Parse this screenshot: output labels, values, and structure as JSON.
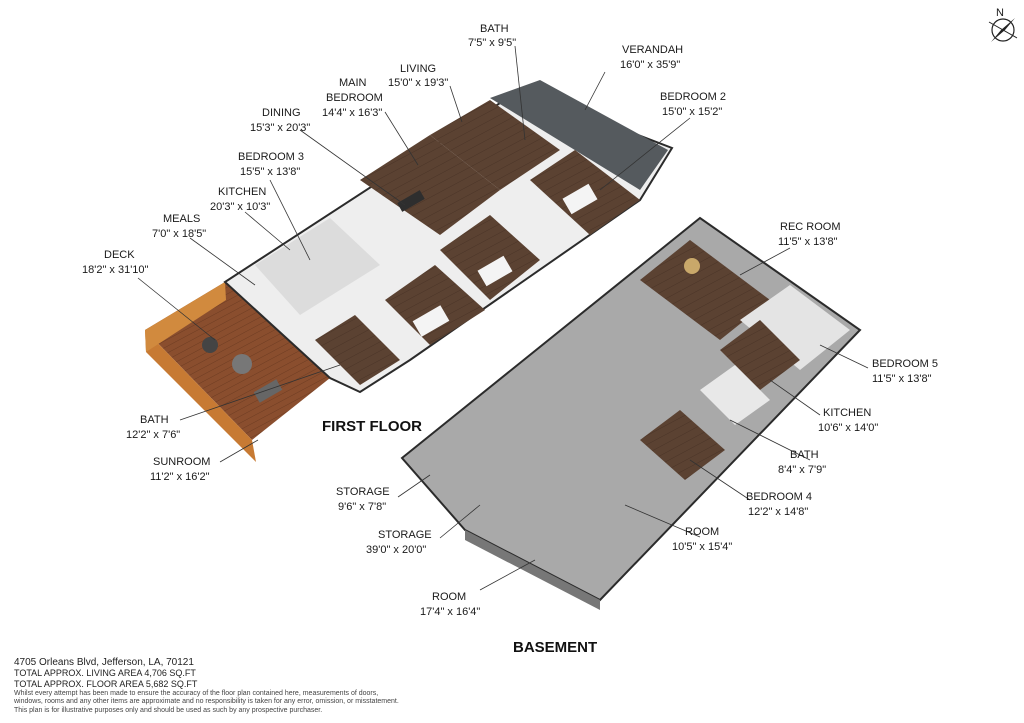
{
  "compass": {
    "label": "N",
    "icon": "compass-icon"
  },
  "floors": {
    "first": "FIRST FLOOR",
    "basement": "BASEMENT"
  },
  "rooms": {
    "bath_top": {
      "name": "BATH",
      "size": "7'5\" x 9'5\""
    },
    "verandah": {
      "name": "VERANDAH",
      "size": "16'0\" x 35'9\""
    },
    "living": {
      "name": "LIVING",
      "size": "15'0\" x 19'3\""
    },
    "bedroom2": {
      "name": "BEDROOM 2",
      "size": "15'0\" x 15'2\""
    },
    "main_bedroom": {
      "name1": "MAIN",
      "name2": "BEDROOM",
      "size": "14'4\" x 16'3\""
    },
    "dining": {
      "name": "DINING",
      "size": "15'3\" x 20'3\""
    },
    "bedroom3": {
      "name": "BEDROOM 3",
      "size": "15'5\" x 13'8\""
    },
    "kitchen1": {
      "name": "KITCHEN",
      "size": "20'3\" x 10'3\""
    },
    "meals": {
      "name": "MEALS",
      "size": "7'0\" x 18'5\""
    },
    "deck": {
      "name": "DECK",
      "size": "18'2\" x 31'10\""
    },
    "bath_first": {
      "name": "BATH",
      "size": "12'2\" x 7'6\""
    },
    "sunroom": {
      "name": "SUNROOM",
      "size": "11'2\" x 16'2\""
    },
    "rec_room": {
      "name": "REC ROOM",
      "size": "11'5\" x 13'8\""
    },
    "bedroom5": {
      "name": "BEDROOM 5",
      "size": "11'5\" x 13'8\""
    },
    "kitchen2": {
      "name": "KITCHEN",
      "size": "10'6\" x 14'0\""
    },
    "bath_base": {
      "name": "BATH",
      "size": "8'4\" x 7'9\""
    },
    "bedroom4": {
      "name": "BEDROOM 4",
      "size": "12'2\" x 14'8\""
    },
    "room1": {
      "name": "ROOM",
      "size": "10'5\" x 15'4\""
    },
    "storage1": {
      "name": "STORAGE",
      "size": "9'6\" x 7'8\""
    },
    "storage2": {
      "name": "STORAGE",
      "size": "39'0\" x 20'0\""
    },
    "room2": {
      "name": "ROOM",
      "size": "17'4\" x 16'4\""
    }
  },
  "footer": {
    "address": "4705 Orleans Blvd, Jefferson, LA, 70121",
    "living_area": "TOTAL APPROX. LIVING AREA 4,706 SQ.FT",
    "floor_area": "TOTAL APPROX. FLOOR AREA 5,682 SQ.FT",
    "disclaimer1": "Whilst every attempt has been made to ensure the accuracy of the floor plan contained here, measurements of doors,",
    "disclaimer2": "windows, rooms and any other items are approximate and no responsibility is taken for any error, omission, or misstatement.",
    "disclaimer3": "This plan is for illustrative purposes only and should be used as such by any prospective purchaser."
  },
  "colors": {
    "wood": "#5b4232",
    "wood_deck": "#8a4e2e",
    "concrete": "#a9a9a9",
    "tile": "#d9d9d9",
    "verandah": "#555a5e",
    "wall": "#2b2b2b"
  }
}
